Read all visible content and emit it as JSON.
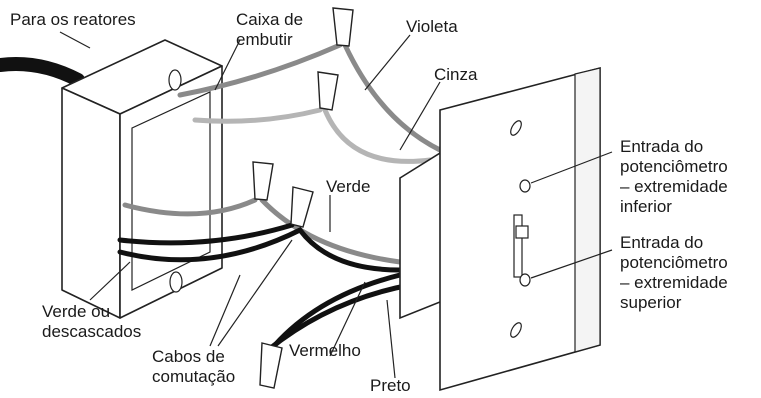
{
  "labels": {
    "para_reatores": "Para os reatores",
    "caixa_1": "Caixa de",
    "caixa_2": "embutir",
    "violeta": "Violeta",
    "cinza": "Cinza",
    "verde": "Verde",
    "verde_ou_1": "Verde ou",
    "verde_ou_2": "descascados",
    "cabos_1": "Cabos de",
    "cabos_2": "comutação",
    "vermelho": "Vermelho",
    "preto": "Preto",
    "inferior_1": "Entrada do",
    "inferior_2": "potenciômetro",
    "inferior_3": "– extremidade",
    "inferior_4": "inferior",
    "superior_1": "Entrada do",
    "superior_2": "potenciômetro",
    "superior_3": "– extremidade",
    "superior_4": "superior"
  },
  "colors": {
    "violet_wire": "#8a8a8a",
    "gray_wire": "#b5b5b5",
    "black_wire": "#111111",
    "outline": "#222222"
  }
}
